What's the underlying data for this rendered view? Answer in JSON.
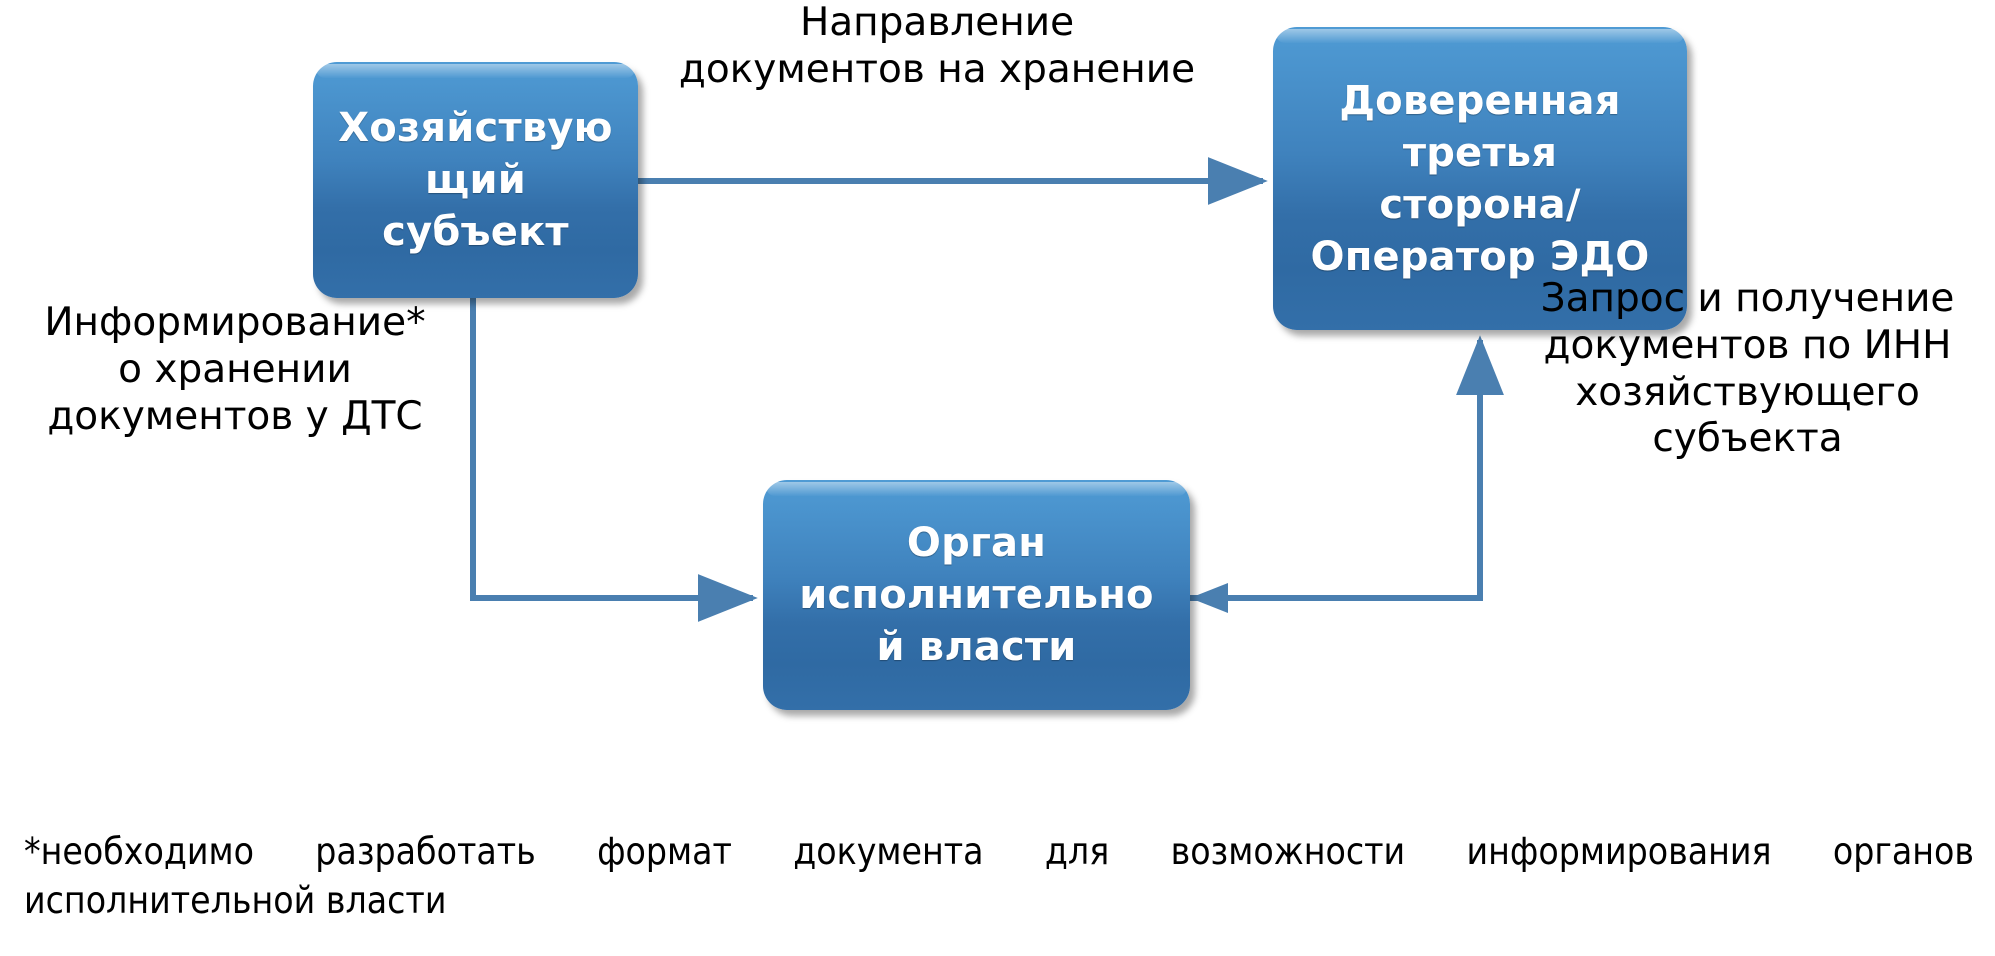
{
  "diagram": {
    "title_visible": false,
    "accent_box_top": "#4f9bd4",
    "accent_box_bottom": "#2f6aa3",
    "accent_arrow": "#4a7fb0",
    "text_color": "#000000",
    "node_text_color": "#ffffff"
  },
  "nodes": [
    {
      "id": "economic-entity",
      "label": "Хозяйствую\nщий\nсубъект"
    },
    {
      "id": "trusted-third-party",
      "label": "Доверенная\nтретья\nсторона/\nОператор ЭДО"
    },
    {
      "id": "executive-authority",
      "label": "Орган\nисполнительно\nй власти"
    }
  ],
  "edges": [
    {
      "id": "send-documents",
      "from": "economic-entity",
      "to": "trusted-third-party",
      "label": "Направление\nдокументов на хранение"
    },
    {
      "id": "inform-authority",
      "from": "economic-entity",
      "to": "executive-authority",
      "label": "Информирование*\nо  хранении\nдокументов у ДТС"
    },
    {
      "id": "request-documents",
      "from": "executive-authority",
      "to": "trusted-third-party",
      "label": "Запрос и получение\nдокументов по ИНН\nхозяйствующего\nсубъекта"
    }
  ],
  "footnote": {
    "line1": "*необходимо разработать формат документа для возможности информирования органов",
    "line2": "исполнительной власти"
  }
}
